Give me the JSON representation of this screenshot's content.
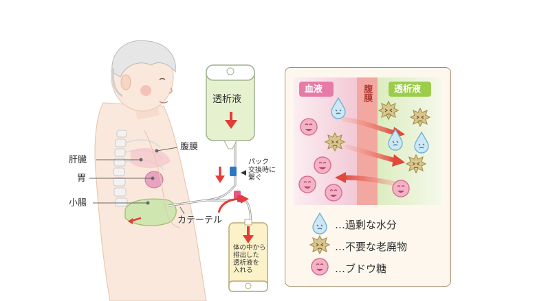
{
  "labels": {
    "peritoneum": "腹膜",
    "liver": "肝臓",
    "stomach": "胃",
    "small_intestine": "小腸",
    "catheter": "カテーテル",
    "dialysate_bag": "透析液",
    "pack_note": "パック\n交換時に\n繋ぐ",
    "drain_bag": "体の中から\n排出した\n透析液を\n入れる"
  },
  "panel": {
    "blood_header": "血液",
    "membrane_header": "腹膜",
    "dialysate_header": "透析液",
    "legend": [
      {
        "icon": "water-drop-icon",
        "text": "…過剰な水分"
      },
      {
        "icon": "waste-spiky-icon",
        "text": "…不要な老廃物"
      },
      {
        "icon": "glucose-face-icon",
        "text": "…ブドウ糖"
      }
    ]
  },
  "colors": {
    "blood_bg": "#f7dde6",
    "membrane_bg": "#f3a7a1",
    "dialysate_bg": "#e6f2cf",
    "blood_header": "#e87aa8",
    "dialysate_header": "#9bcc4a",
    "arrow_red": "#e43c37",
    "arrow_grad": "#f2a090"
  }
}
